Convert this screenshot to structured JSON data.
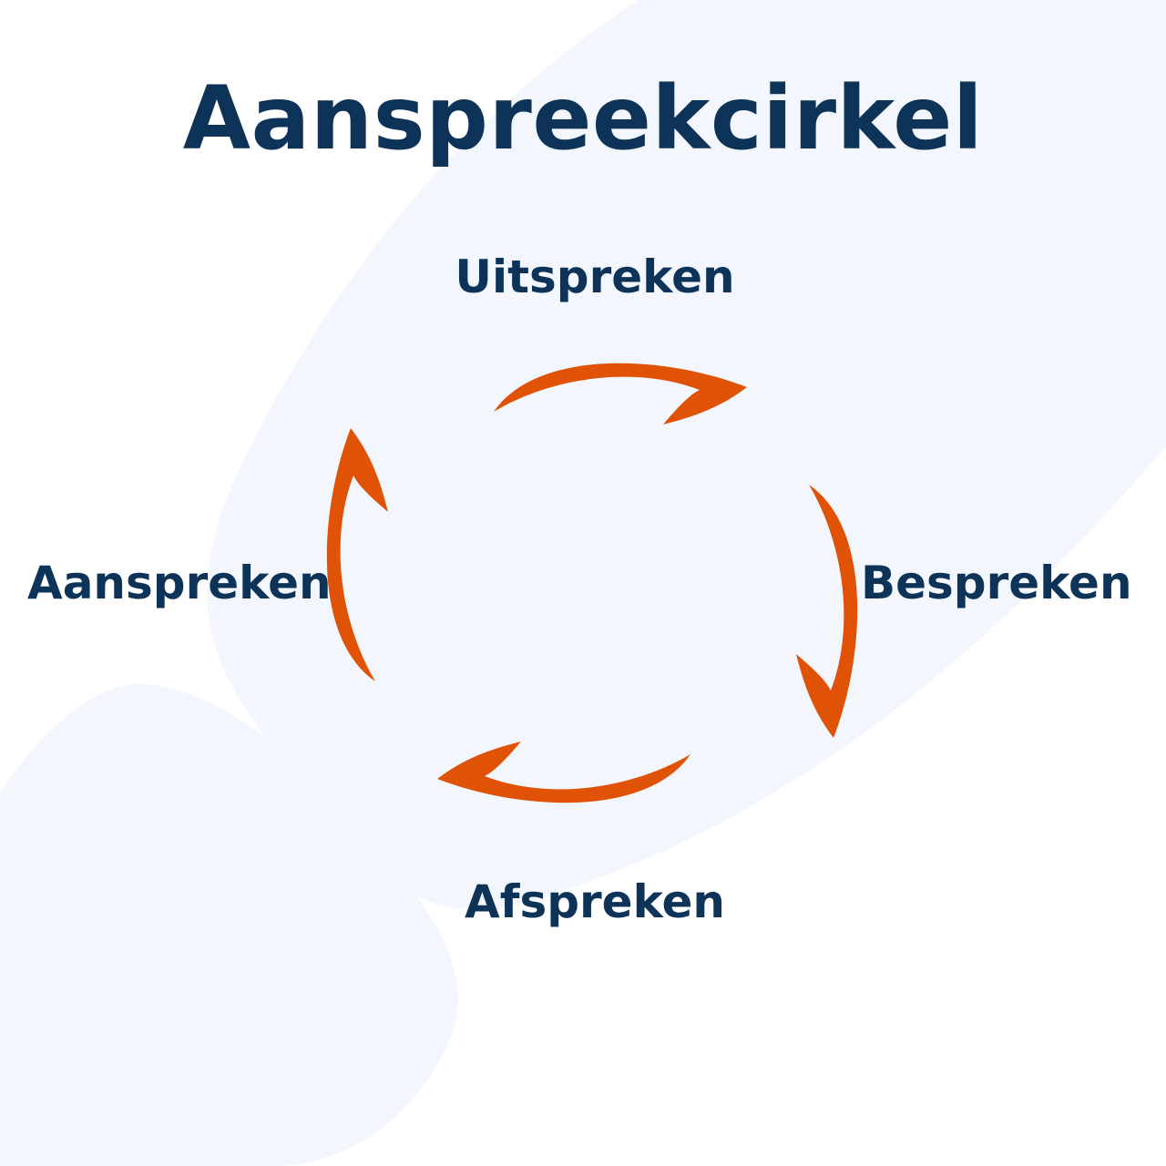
{
  "title": "Aanspreekcirkel",
  "steps": {
    "top": "Uitspreken",
    "right": "Bespreken",
    "bottom": "Afspreken",
    "left": "Aanspreken"
  },
  "colors": {
    "text": "#0d3358",
    "arrow": "#e05307",
    "background": "#ffffff",
    "shape": "#f3f7fd"
  },
  "icons": {
    "arrow_shape": "curved-arrow-icon",
    "direction": "clockwise"
  }
}
